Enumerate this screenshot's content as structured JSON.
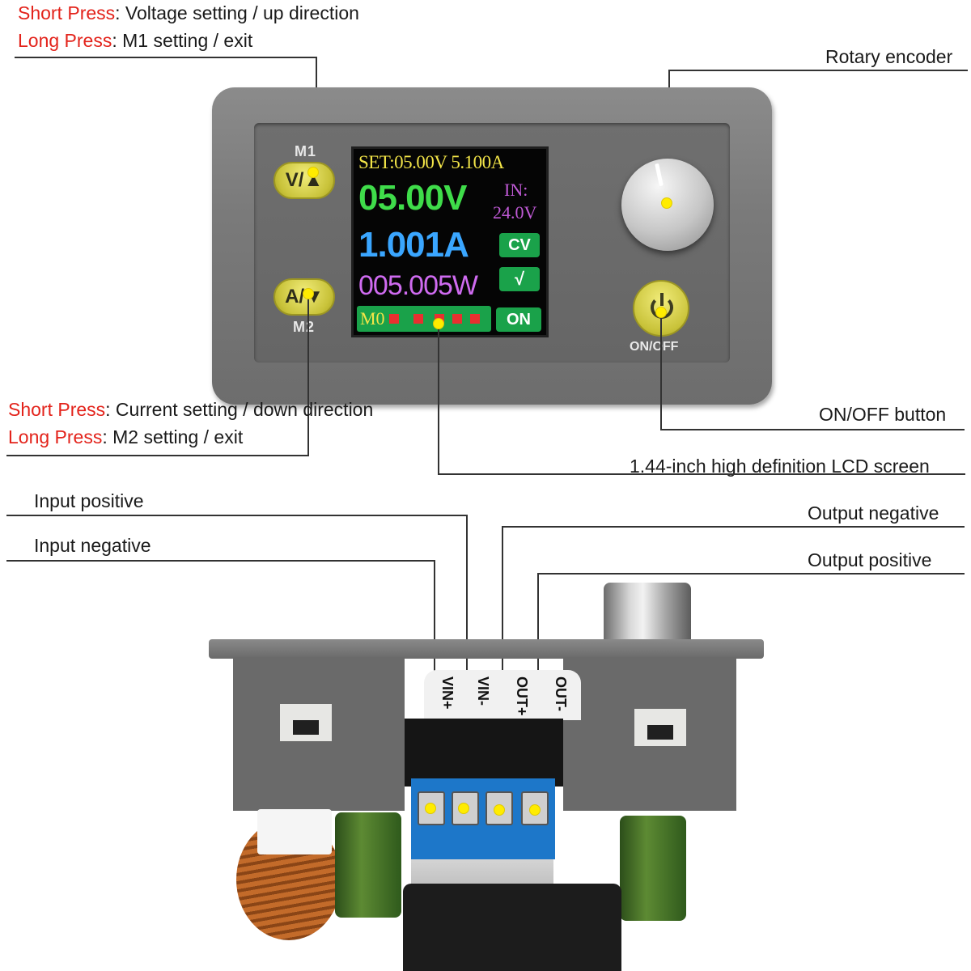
{
  "annotations": {
    "m1": {
      "short_label": "Short Press",
      "short_text": ": Voltage setting / up direction",
      "long_label": "Long Press",
      "long_text": ": M1 setting / exit"
    },
    "m2": {
      "short_label": "Short Press",
      "short_text": ": Current setting / down direction",
      "long_label": "Long Press",
      "long_text": ": M2 setting / exit"
    },
    "rotary": "Rotary encoder",
    "onoff": "ON/OFF button",
    "lcd": "1.44-inch high definition LCD screen",
    "input_positive": "Input positive",
    "input_negative": "Input negative",
    "output_negative": "Output negative",
    "output_positive": "Output positive"
  },
  "device": {
    "key_m1": {
      "caption": "M1",
      "face": "V/▲"
    },
    "key_m2": {
      "caption": "M2",
      "face": "A/▼"
    },
    "power_caption": "ON/OFF",
    "terminals": [
      "VIN+",
      "VIN-",
      "OUT+",
      "OUT-"
    ]
  },
  "lcd": {
    "set_line": "SET:05.00V  5.100A",
    "voltage": "05.00V",
    "current": "1.001A",
    "power": "005.005W",
    "in_label": "IN:",
    "in_value": "24.0V",
    "mode_badge": "CV",
    "status_badge": "√",
    "output_badge": "ON",
    "memory": "M0"
  },
  "colors": {
    "red_label": "#e3231b",
    "key_yellow": "#d6d04a",
    "lcd_green": "#3fdc4a",
    "lcd_blue": "#3aa6ff",
    "lcd_purple": "#cf6bf0",
    "lcd_yellow": "#f3e548",
    "marker": "#ffec00"
  }
}
